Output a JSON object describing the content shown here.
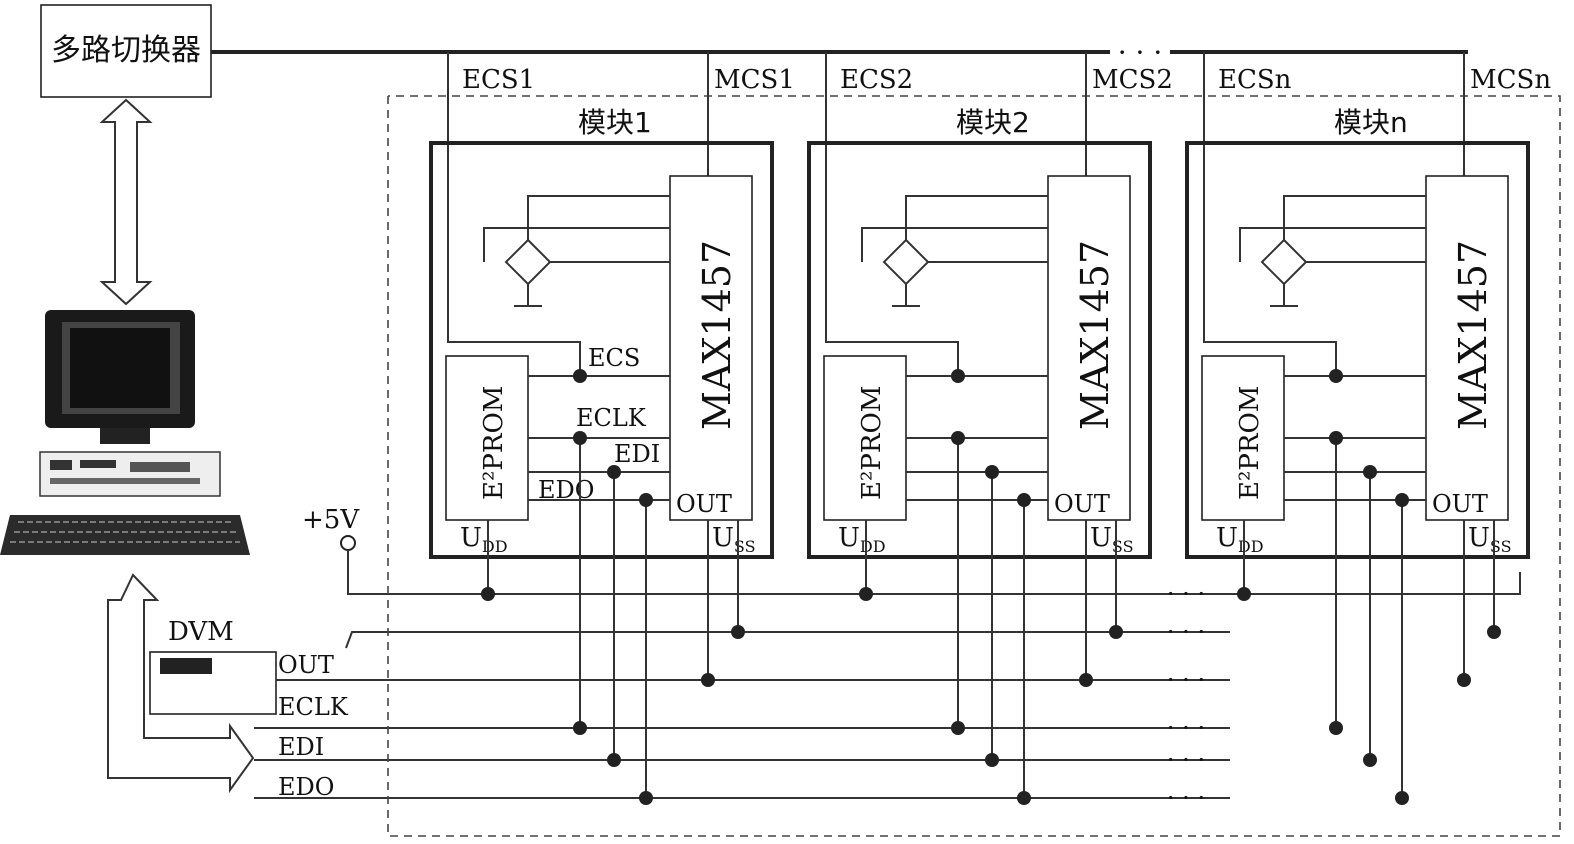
{
  "switcher": {
    "label": "多路切换器"
  },
  "bus_select_labels": [
    {
      "ecs": "ECS1",
      "mcs": "MCS1"
    },
    {
      "ecs": "ECS2",
      "mcs": "MCS2"
    },
    {
      "ecs": "ECSn",
      "mcs": "MCSn"
    }
  ],
  "modules": [
    {
      "title": "模块1",
      "chip": "MAX1457",
      "eeprom": "E²PROM",
      "pin_out": "OUT",
      "udd": "UDD",
      "uss": "USS",
      "pin_ecs": "ECS",
      "pin_eclk": "ECLK",
      "pin_edi": "EDI",
      "pin_edo": "EDO"
    },
    {
      "title": "模块2",
      "chip": "MAX1457",
      "eeprom": "E²PROM",
      "pin_out": "OUT",
      "udd": "UDD",
      "uss": "USS"
    },
    {
      "title": "模块n",
      "chip": "MAX1457",
      "eeprom": "E²PROM",
      "pin_out": "OUT",
      "udd": "UDD",
      "uss": "USS"
    }
  ],
  "supply": {
    "label": "+5V"
  },
  "dvm": {
    "label": "DVM"
  },
  "buses": {
    "out": "OUT",
    "eclk": "ECLK",
    "edi": "EDI",
    "edo": "EDO"
  },
  "ellipsis": "· · ·"
}
